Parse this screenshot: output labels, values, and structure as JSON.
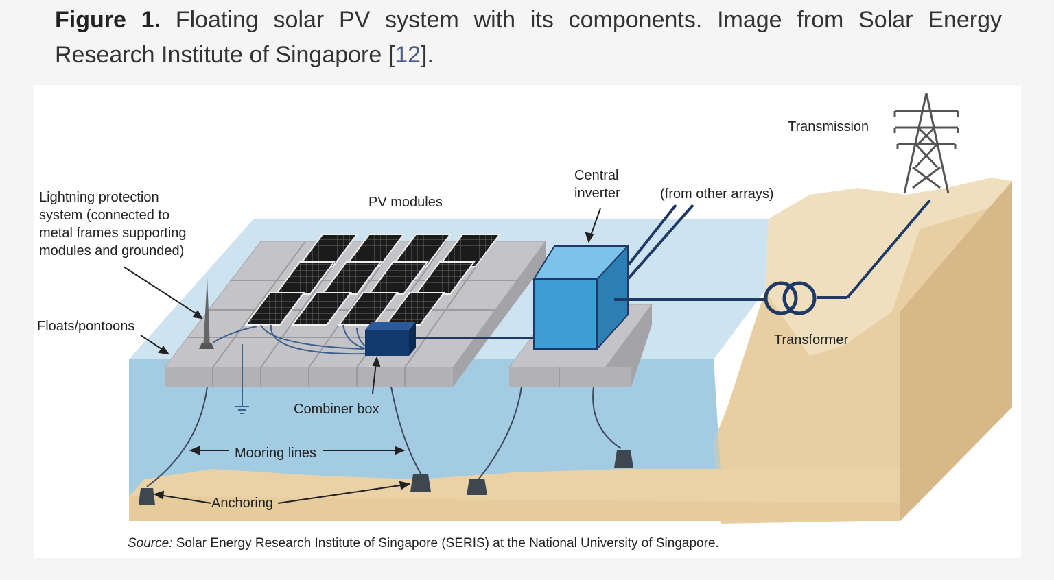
{
  "caption": {
    "label": "Figure 1.",
    "text_before_ref": " Floating solar PV system with its components. Image from Solar Energy Research Institute of Singapore [",
    "ref": "12",
    "text_after_ref": "]."
  },
  "figure": {
    "labels": {
      "transmission": "Transmission",
      "central_inverter_line1": "Central",
      "central_inverter_line2": "inverter",
      "from_other_arrays": "(from other arrays)",
      "pv_modules": "PV modules",
      "lightning_line1": "Lightning protection",
      "lightning_line2": "system (connected to",
      "lightning_line3": "metal frames supporting",
      "lightning_line4": "modules and grounded)",
      "floats": "Floats/pontoons",
      "transformer": "Transformer",
      "combiner_box": "Combiner box",
      "mooring_lines": "Mooring lines",
      "anchoring": "Anchoring"
    },
    "source_prefix": "Source:",
    "source_text": " Solar Energy Research Institute of Singapore (SERIS) at the National University of Singapore.",
    "colors": {
      "water": "#b8d6e8",
      "ground": "#ecd9b6",
      "pontoon": "#c9c9cc",
      "inverter": "#3d9ed6",
      "combiner": "#123a6e",
      "cable": "#1f3a66"
    }
  }
}
